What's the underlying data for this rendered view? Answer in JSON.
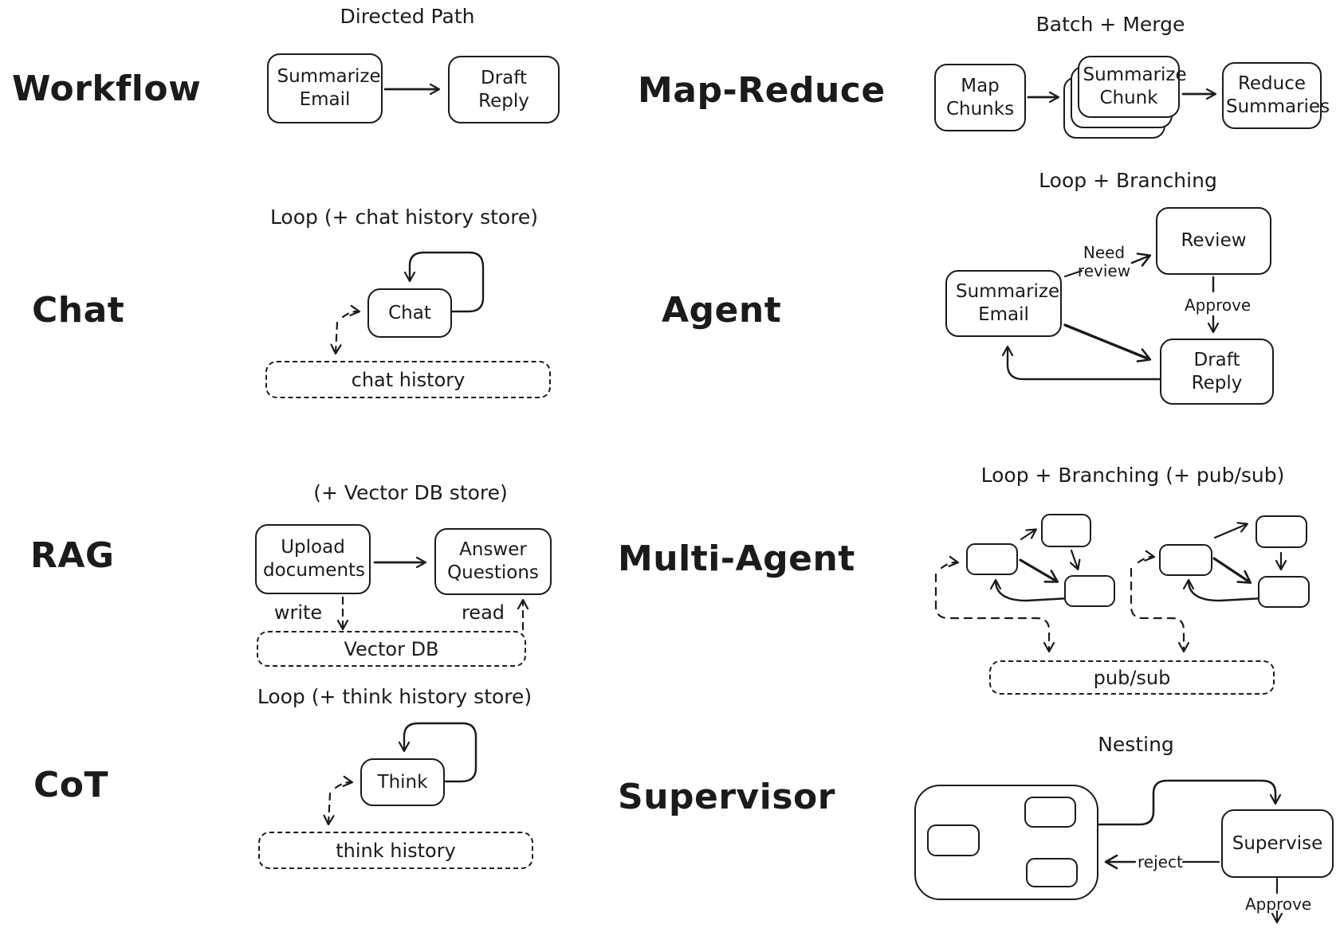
{
  "colors": {
    "ink": "#1b1b1b",
    "background": "#ffffff"
  },
  "sections": {
    "workflow": {
      "label": "Workflow",
      "title": "Directed Path",
      "nodes": {
        "summarize_email": "Summarize Email",
        "draft_reply": "Draft Reply"
      }
    },
    "map_reduce": {
      "label": "Map-Reduce",
      "title": "Batch + Merge",
      "nodes": {
        "map_chunks": "Map Chunks",
        "summarize_chunk": "Summarize Chunk",
        "reduce_summaries": "Reduce Summaries"
      }
    },
    "chat": {
      "label": "Chat",
      "title": "Loop (+ chat history store)",
      "nodes": {
        "chat": "Chat"
      },
      "store": "chat history"
    },
    "agent": {
      "label": "Agent",
      "title": "Loop + Branching",
      "nodes": {
        "summarize_email": "Summarize Email",
        "review": "Review",
        "draft_reply": "Draft Reply"
      },
      "edges": {
        "need_review": "Need review",
        "approve": "Approve"
      }
    },
    "rag": {
      "label": "RAG",
      "title": "(+ Vector DB store)",
      "nodes": {
        "upload_documents": "Upload documents",
        "answer_questions": "Answer Questions"
      },
      "edges": {
        "write": "write",
        "read": "read"
      },
      "store": "Vector DB"
    },
    "multi_agent": {
      "label": "Multi-Agent",
      "title": "Loop + Branching (+ pub/sub)",
      "store": "pub/sub"
    },
    "cot": {
      "label": "CoT",
      "title": "Loop (+ think history store)",
      "nodes": {
        "think": "Think"
      },
      "store": "think history"
    },
    "supervisor": {
      "label": "Supervisor",
      "title": "Nesting",
      "nodes": {
        "supervise": "Supervise"
      },
      "edges": {
        "reject": "reject",
        "approve": "Approve"
      }
    }
  }
}
